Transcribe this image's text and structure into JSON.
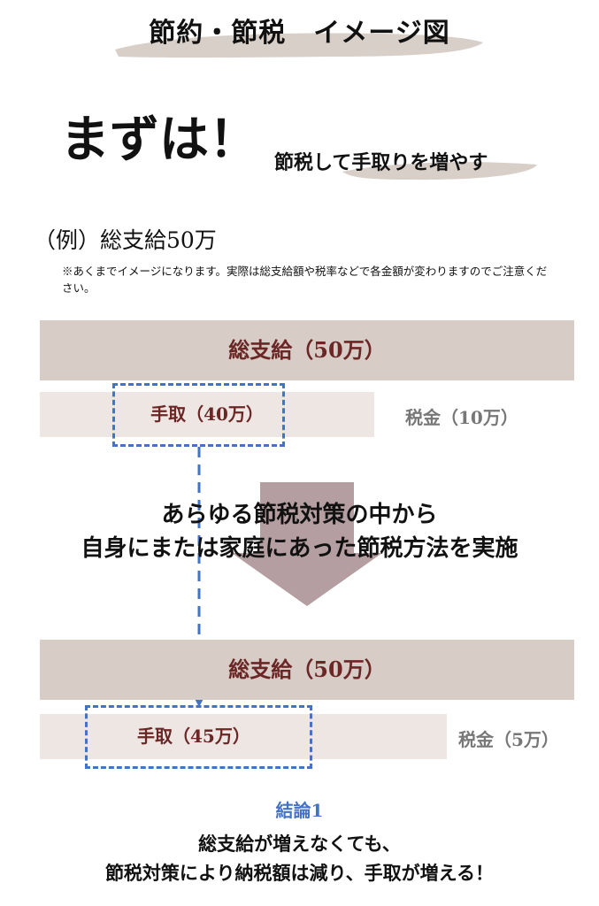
{
  "header": {
    "title": "節約・節税　イメージ図",
    "swash_color": "#d8cfc9"
  },
  "intro": {
    "headline": "まずは！",
    "subheadline": "節税して手取りを増やす"
  },
  "example": {
    "label": "（例）総支給50万",
    "note": "※あくまでイメージになります。実際は総支給額や税率などで各金額が変わりますのでご注意ください。"
  },
  "before": {
    "total": "総支給（50万）",
    "take_home": "手取（40万）",
    "tax": "税金（10万）"
  },
  "middle": {
    "line1": "あらゆる節税対策の中から",
    "line2": "自身にまたは家庭にあった節税方法を実施",
    "arrow_color": "#b49ea1"
  },
  "after": {
    "total": "総支給（50万）",
    "take_home": "手取（45万）",
    "tax": "税金（5万）"
  },
  "conclusion": {
    "heading": "結論1",
    "line1": "総支給が増えなくても、",
    "line2": "節税対策により納税額は減り、手取が増える！"
  },
  "colors": {
    "bar_dark": "#d8ccc6",
    "bar_light": "#ede6e2",
    "accent_blue": "#4472c4",
    "label_red": "#6b2626"
  }
}
